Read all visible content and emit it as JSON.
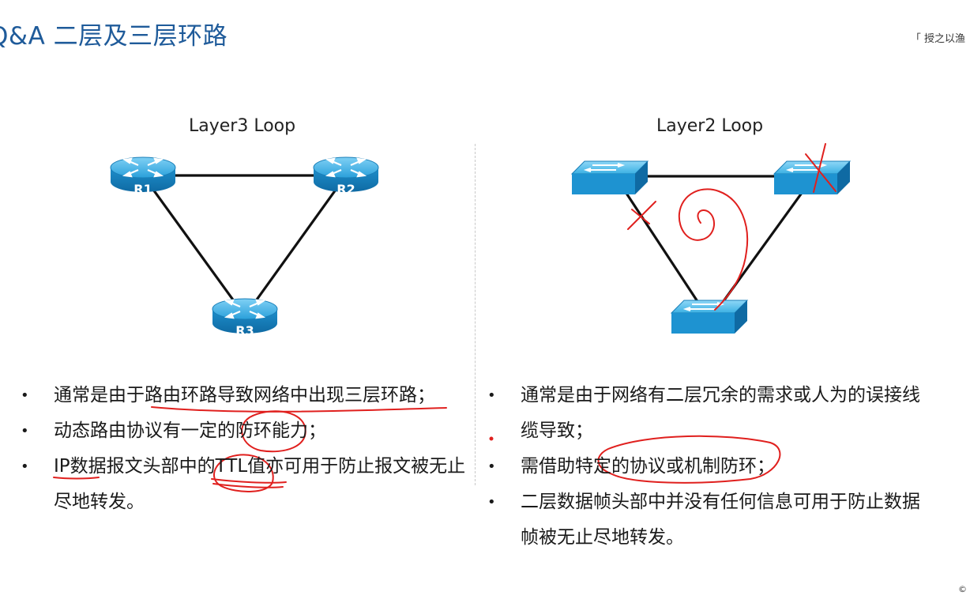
{
  "header": {
    "title": "Q&A 二层及三层环路",
    "right_text": "「 授之以渔",
    "copyright": "©"
  },
  "layer3": {
    "title": "Layer3 Loop",
    "routers": [
      {
        "label": "R1"
      },
      {
        "label": "R2"
      },
      {
        "label": "R3"
      }
    ],
    "bullets": [
      "通常是由于路由环路导致网络中出现三层环路；",
      "动态路由协议有一定的防环能力；",
      "IP数据报文头部中的TTL值亦可用于防止报文被无止尽地转发。"
    ]
  },
  "layer2": {
    "title": "Layer2 Loop",
    "switch_count": 3,
    "bullets": [
      "通常是由于网络有二层冗余的需求或人为的误接线缆导致；",
      "需借助特定的协议或机制防环；",
      "二层数据帧头部中并没有任何信息可用于防止数据帧被无止尽地转发。"
    ]
  },
  "colors": {
    "title": "#1f5b9a",
    "device": "#2196d3",
    "annotation": "#e0201e"
  },
  "icons": [
    "router-icon",
    "switch-icon"
  ]
}
